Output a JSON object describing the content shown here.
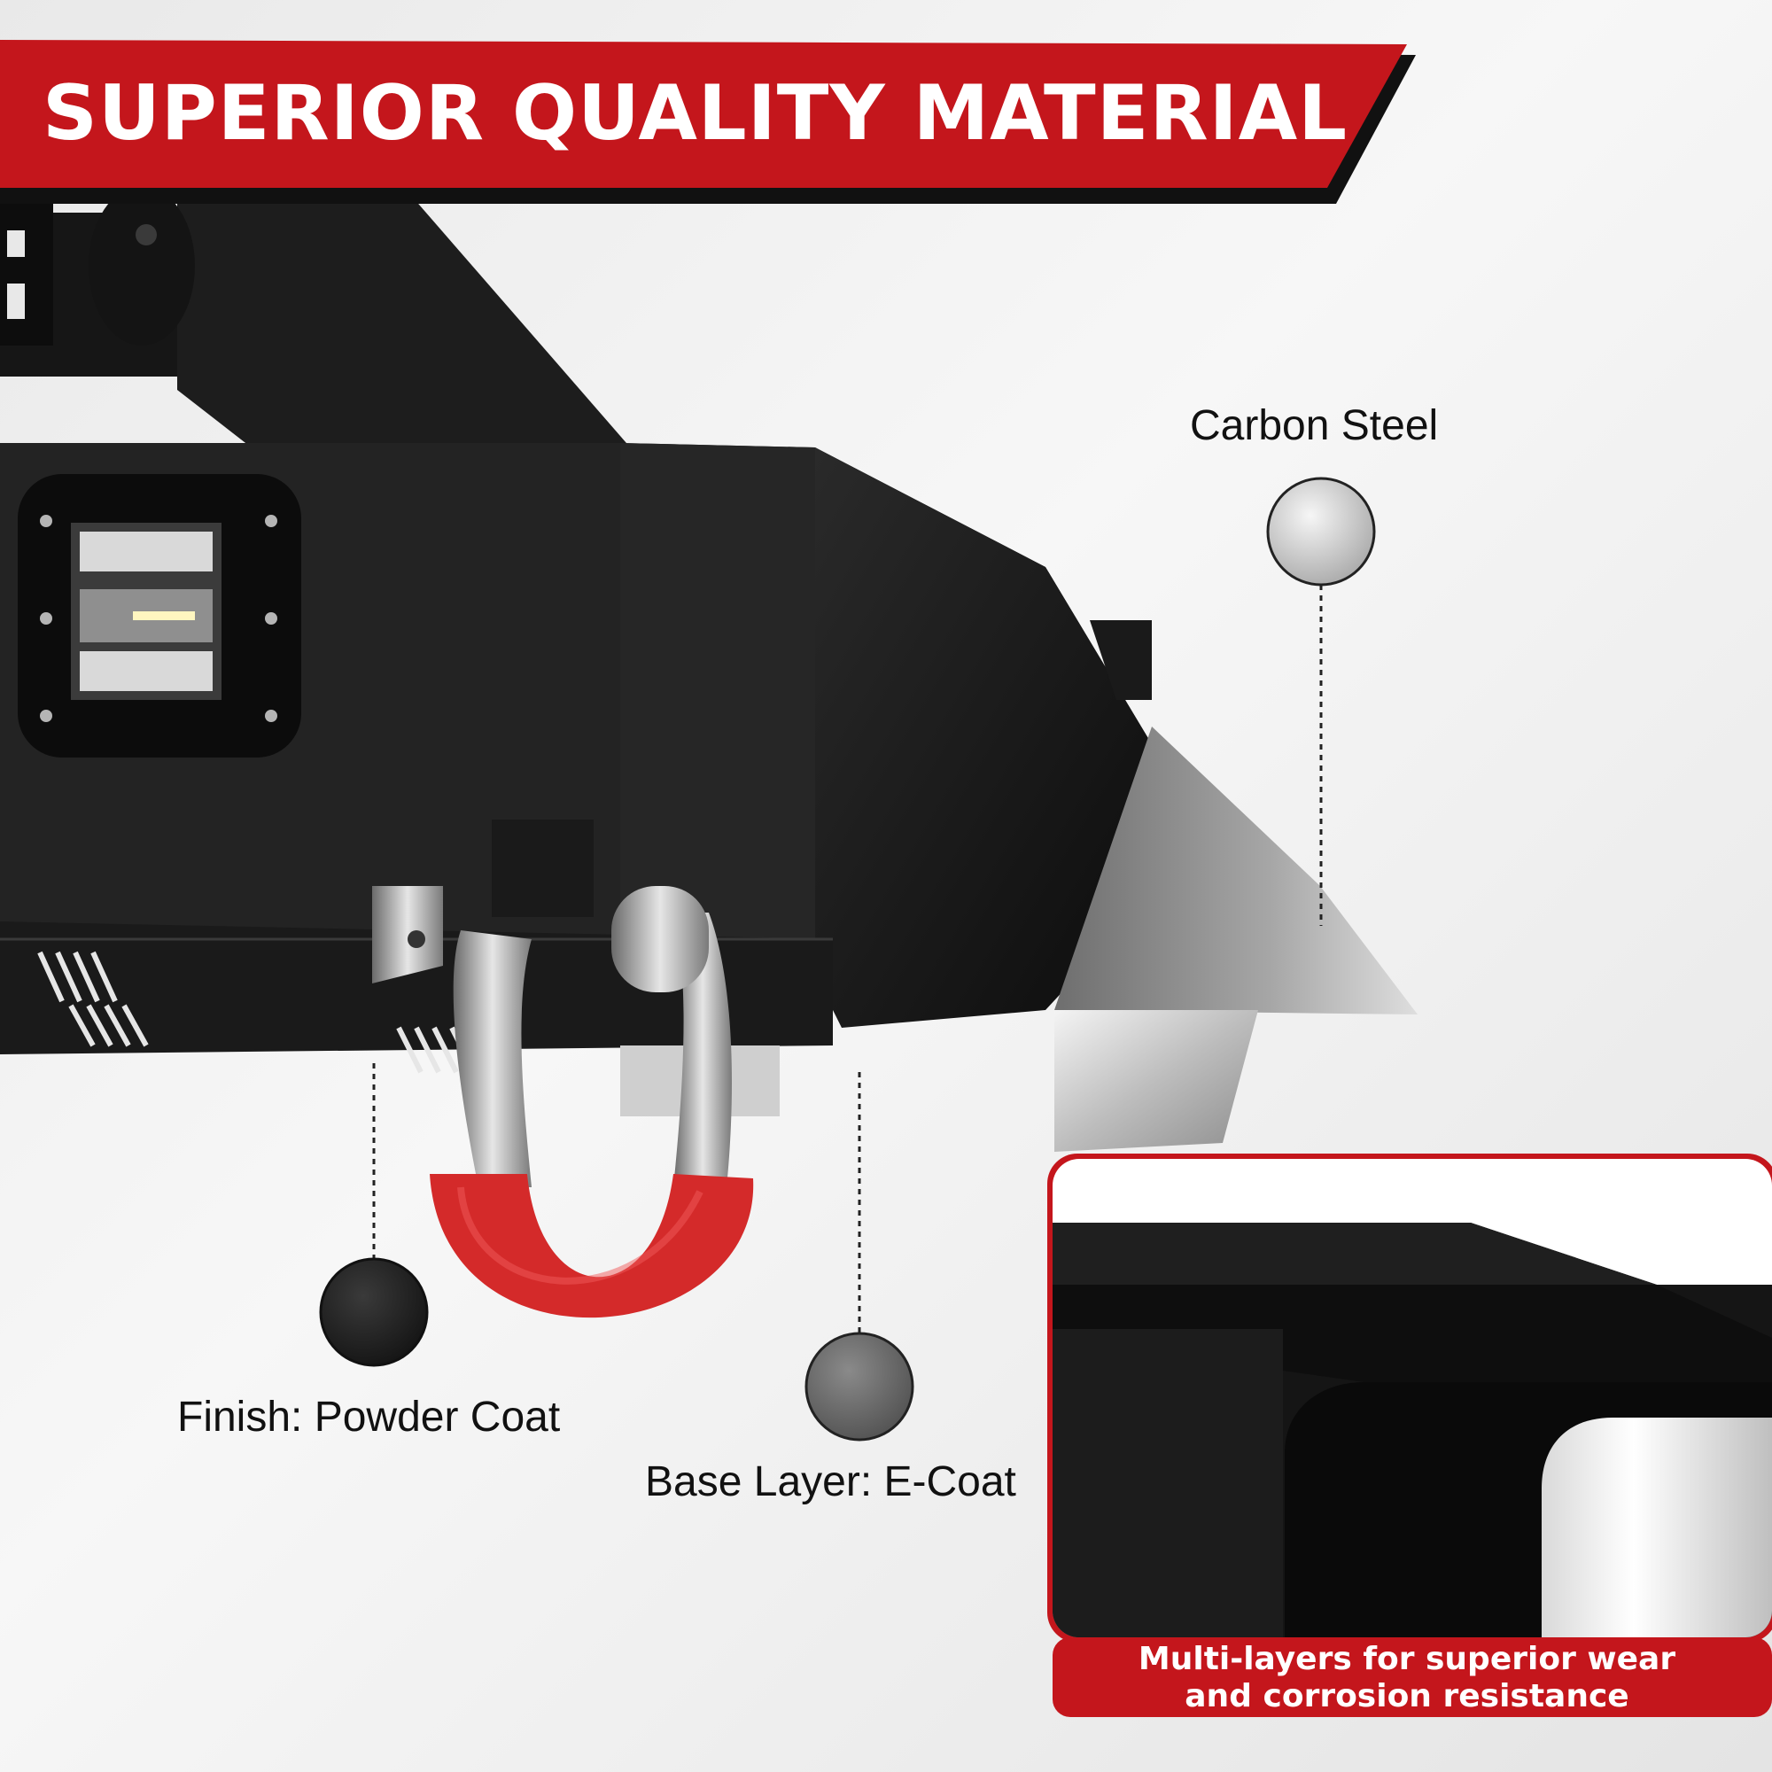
{
  "banner": {
    "title": "SUPERIOR QUALITY MATERIAL"
  },
  "callouts": [
    {
      "label": "Carbon Steel",
      "swatch": "#d6d6d6"
    },
    {
      "label": "Finish: Powder Coat",
      "swatch": "#2a2a2a"
    },
    {
      "label": "Base Layer: E-Coat",
      "swatch": "#6e6e6e"
    }
  ],
  "inset": {
    "caption_line1": "Multi-layers for superior wear",
    "caption_line2": "and corrosion resistance"
  },
  "colors": {
    "accent_red": "#c4161c",
    "banner_shadow": "#111111",
    "bumper_black": "#1c1c1c",
    "shackle_isolator": "#d42a2a"
  }
}
